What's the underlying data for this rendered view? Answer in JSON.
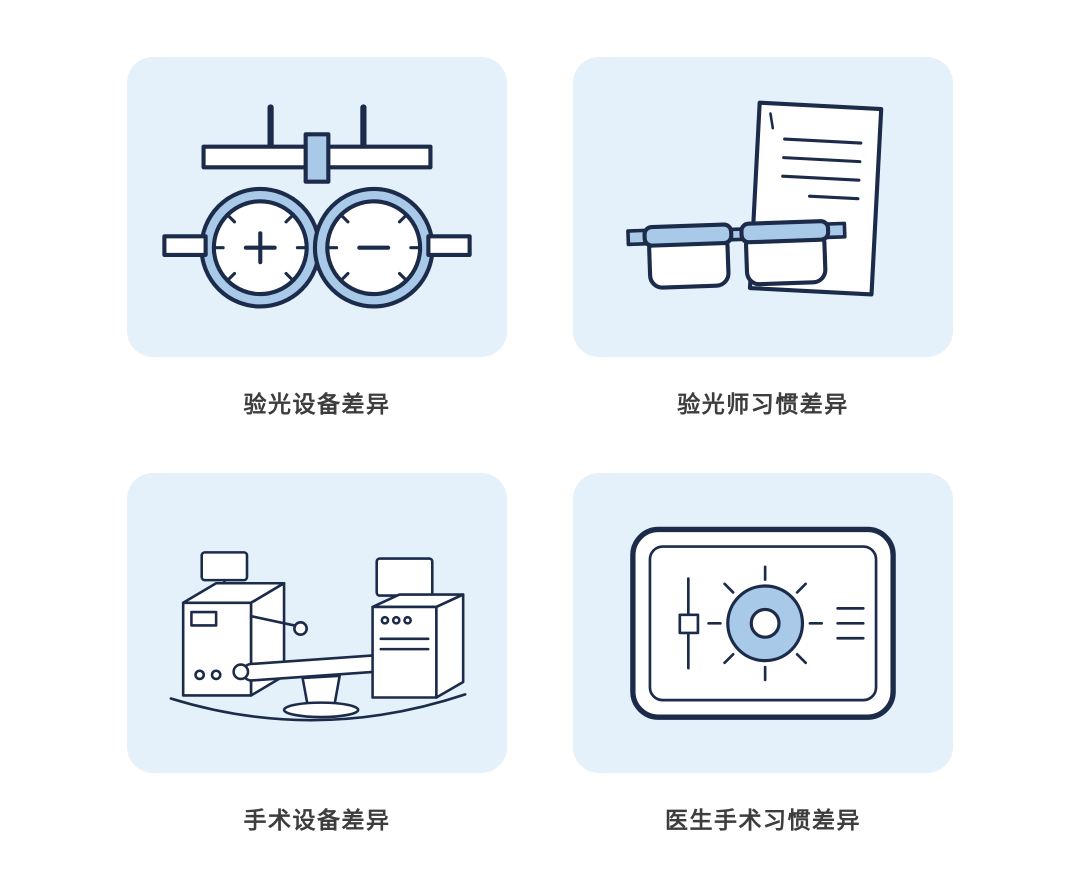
{
  "page": {
    "background": "#ffffff",
    "layout": "2x2-illustrated-card-grid"
  },
  "colors": {
    "card_background": "#E4F1FB",
    "line": "#1C2B4A",
    "accent_fill": "#A9C9E8",
    "label_text": "#3D3D3D"
  },
  "cards": [
    {
      "id": "optometry-equipment",
      "label": "验光设备差异",
      "icon": "trial-frame-icon"
    },
    {
      "id": "optometrist-habit",
      "label": "验光师习惯差异",
      "icon": "glasses-prescription-icon"
    },
    {
      "id": "surgery-equipment",
      "label": "手术设备差异",
      "icon": "surgery-machines-icon"
    },
    {
      "id": "doctor-surgery-habit",
      "label": "医生手术习惯差异",
      "icon": "surgery-screen-icon"
    }
  ]
}
